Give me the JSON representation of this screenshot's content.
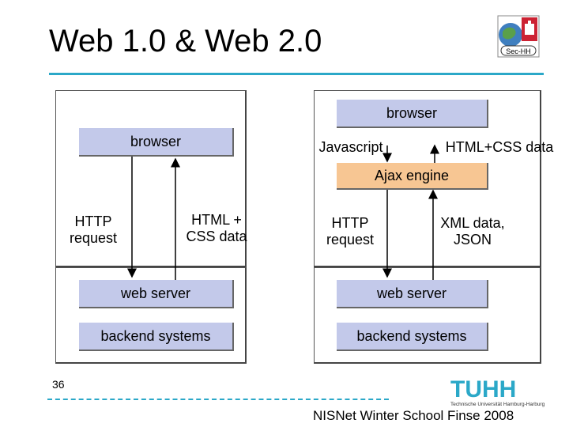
{
  "title": "Web 1.0 & Web 2.0",
  "logo": {
    "text": "Sec-HH"
  },
  "left": {
    "browser": "browser",
    "request_label": [
      "HTTP",
      "request"
    ],
    "response_label": [
      "HTML +",
      "CSS data"
    ],
    "web_server": "web server",
    "backend": "backend systems"
  },
  "right": {
    "browser": "browser",
    "javascript": "Javascript",
    "html_css": "HTML+CSS data",
    "ajax_engine": "Ajax engine",
    "request_label": [
      "HTTP",
      "request"
    ],
    "response_label": [
      "XML data,",
      "JSON"
    ],
    "web_server": "web server",
    "backend": "backend systems"
  },
  "page_number": "36",
  "brand": {
    "name": "TUHH",
    "subtitle": "Technische Universität Hamburg-Harburg"
  },
  "footer": "NISNet Winter School Finse 2008",
  "colors": {
    "accent": "#2ba8c8",
    "box_blue": "#c3c9ea",
    "box_orange": "#f7c693"
  }
}
